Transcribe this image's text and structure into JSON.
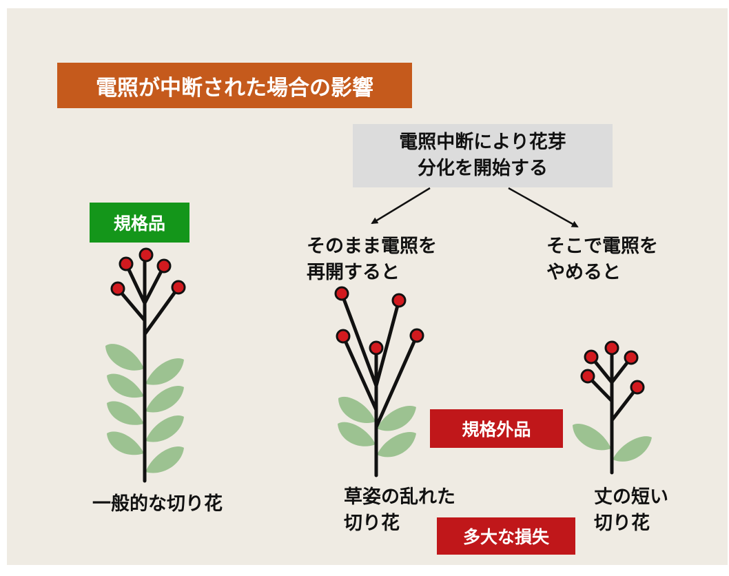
{
  "title": "電照が中断された場合の影響",
  "start": {
    "line1": "電照中断により花芽",
    "line2": "分化を開始する"
  },
  "branch_left": {
    "line1": "そのまま電照を",
    "line2": "再開すると"
  },
  "branch_right": {
    "line1": "そこで電照を",
    "line2": "やめると"
  },
  "standard_badge": "規格品",
  "nonstandard_badge": "規格外品",
  "loss_badge": "多大な損失",
  "plant_normal_label": "一般的な切り花",
  "plant_messy_label": {
    "line1": "草姿の乱れた",
    "line2": "切り花"
  },
  "plant_short_label": {
    "line1": "丈の短い",
    "line2": "切り花"
  },
  "colors": {
    "title_bg": "#c55a1c",
    "standard_bg": "#14961a",
    "nonstandard_bg": "#c0171a",
    "leaf": "#9cc291",
    "flower": "#d21a1f",
    "panel_bg": "#efebe3",
    "start_bg": "#dcdcdc"
  }
}
